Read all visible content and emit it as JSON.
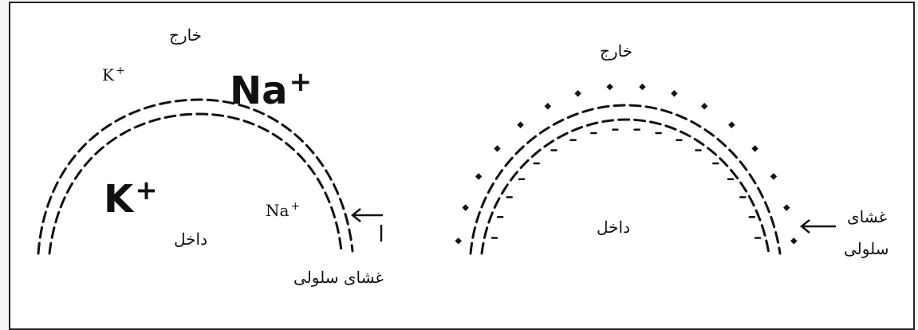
{
  "left_panel": {
    "outside_label": "خارج",
    "inside_label": "داخل",
    "membrane_label": "غشای سلولی",
    "outside_k": {
      "symbol": "K",
      "charge": "+"
    },
    "outside_na": {
      "symbol": "Na",
      "charge": "+"
    },
    "inside_k": {
      "symbol": "K",
      "charge": "+"
    },
    "inside_na": {
      "symbol": "Na",
      "charge": "+"
    }
  },
  "right_panel": {
    "outside_label": "خارج",
    "inside_label": "داخل",
    "membrane_label_line1": "غشای",
    "membrane_label_line2": "سلولی"
  },
  "colors": {
    "ink": "#111111",
    "frame": "#222222",
    "background": "#ffffff"
  }
}
